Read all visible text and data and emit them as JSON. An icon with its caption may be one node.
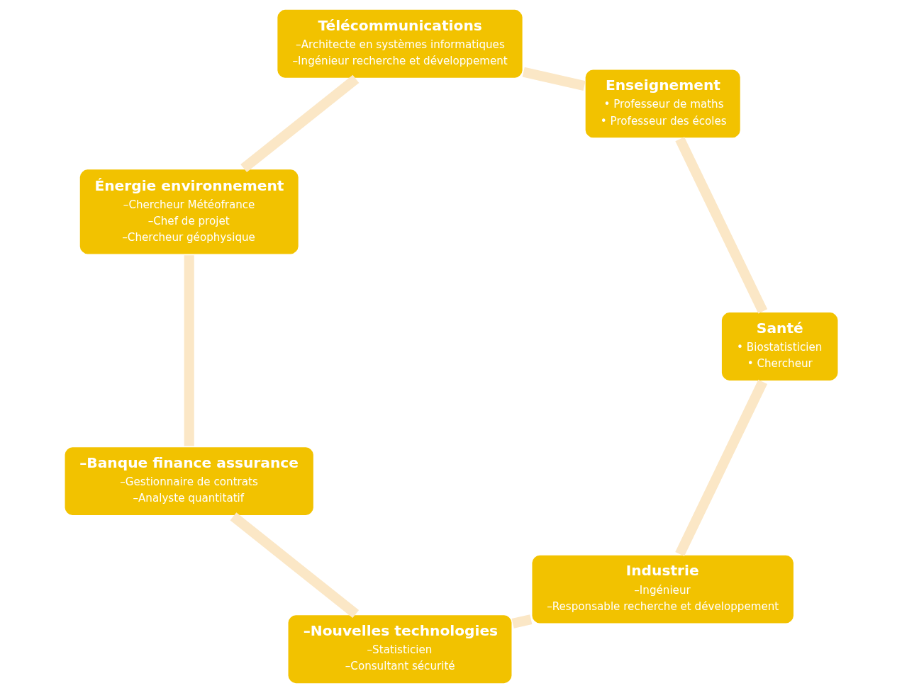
{
  "diagram": {
    "nodes": [
      {
        "text": [
          "Industrie",
          "–Ingénieur",
          "–Responsable recherche et développement"
        ]
      },
      {
        "text": [
          "–Nouvelles technologies",
          "–Statisticien",
          "–Consultant sécurité"
        ]
      },
      {
        "text": [
          "–Banque finance assurance",
          "–Gestionnaire de contrats",
          "–Analyste quantitatif"
        ]
      },
      {
        "text": [
          "Énergie environnement",
          "–Chercheur Météofrance",
          "–Chef de projet",
          "–Chercheur géophysique"
        ]
      },
      {
        "text": [
          "Télécommunications",
          "–Architecte en systèmes informatiques",
          "–Ingénieur recherche et développement"
        ]
      },
      {
        "text": [
          "Enseignement",
          "• Professeur de maths",
          "• Professeur des écoles"
        ]
      },
      {
        "text": [
          "Santé",
          "• Biostatisticien",
          "• Chercheur"
        ]
      }
    ],
    "edges": [
      {
        "from": 0,
        "to": 1,
        "arrow": "none"
      },
      {
        "from": 1,
        "to": 2,
        "arrow": "none"
      },
      {
        "from": 2,
        "to": 3,
        "arrow": "none"
      },
      {
        "from": 3,
        "to": 4,
        "arrow": "none"
      },
      {
        "from": 4,
        "to": 5,
        "arrow": "none"
      },
      {
        "from": 5,
        "to": 6,
        "arrow": "none"
      },
      {
        "from": 6,
        "to": 0,
        "arrow": "none"
      }
    ]
  }
}
